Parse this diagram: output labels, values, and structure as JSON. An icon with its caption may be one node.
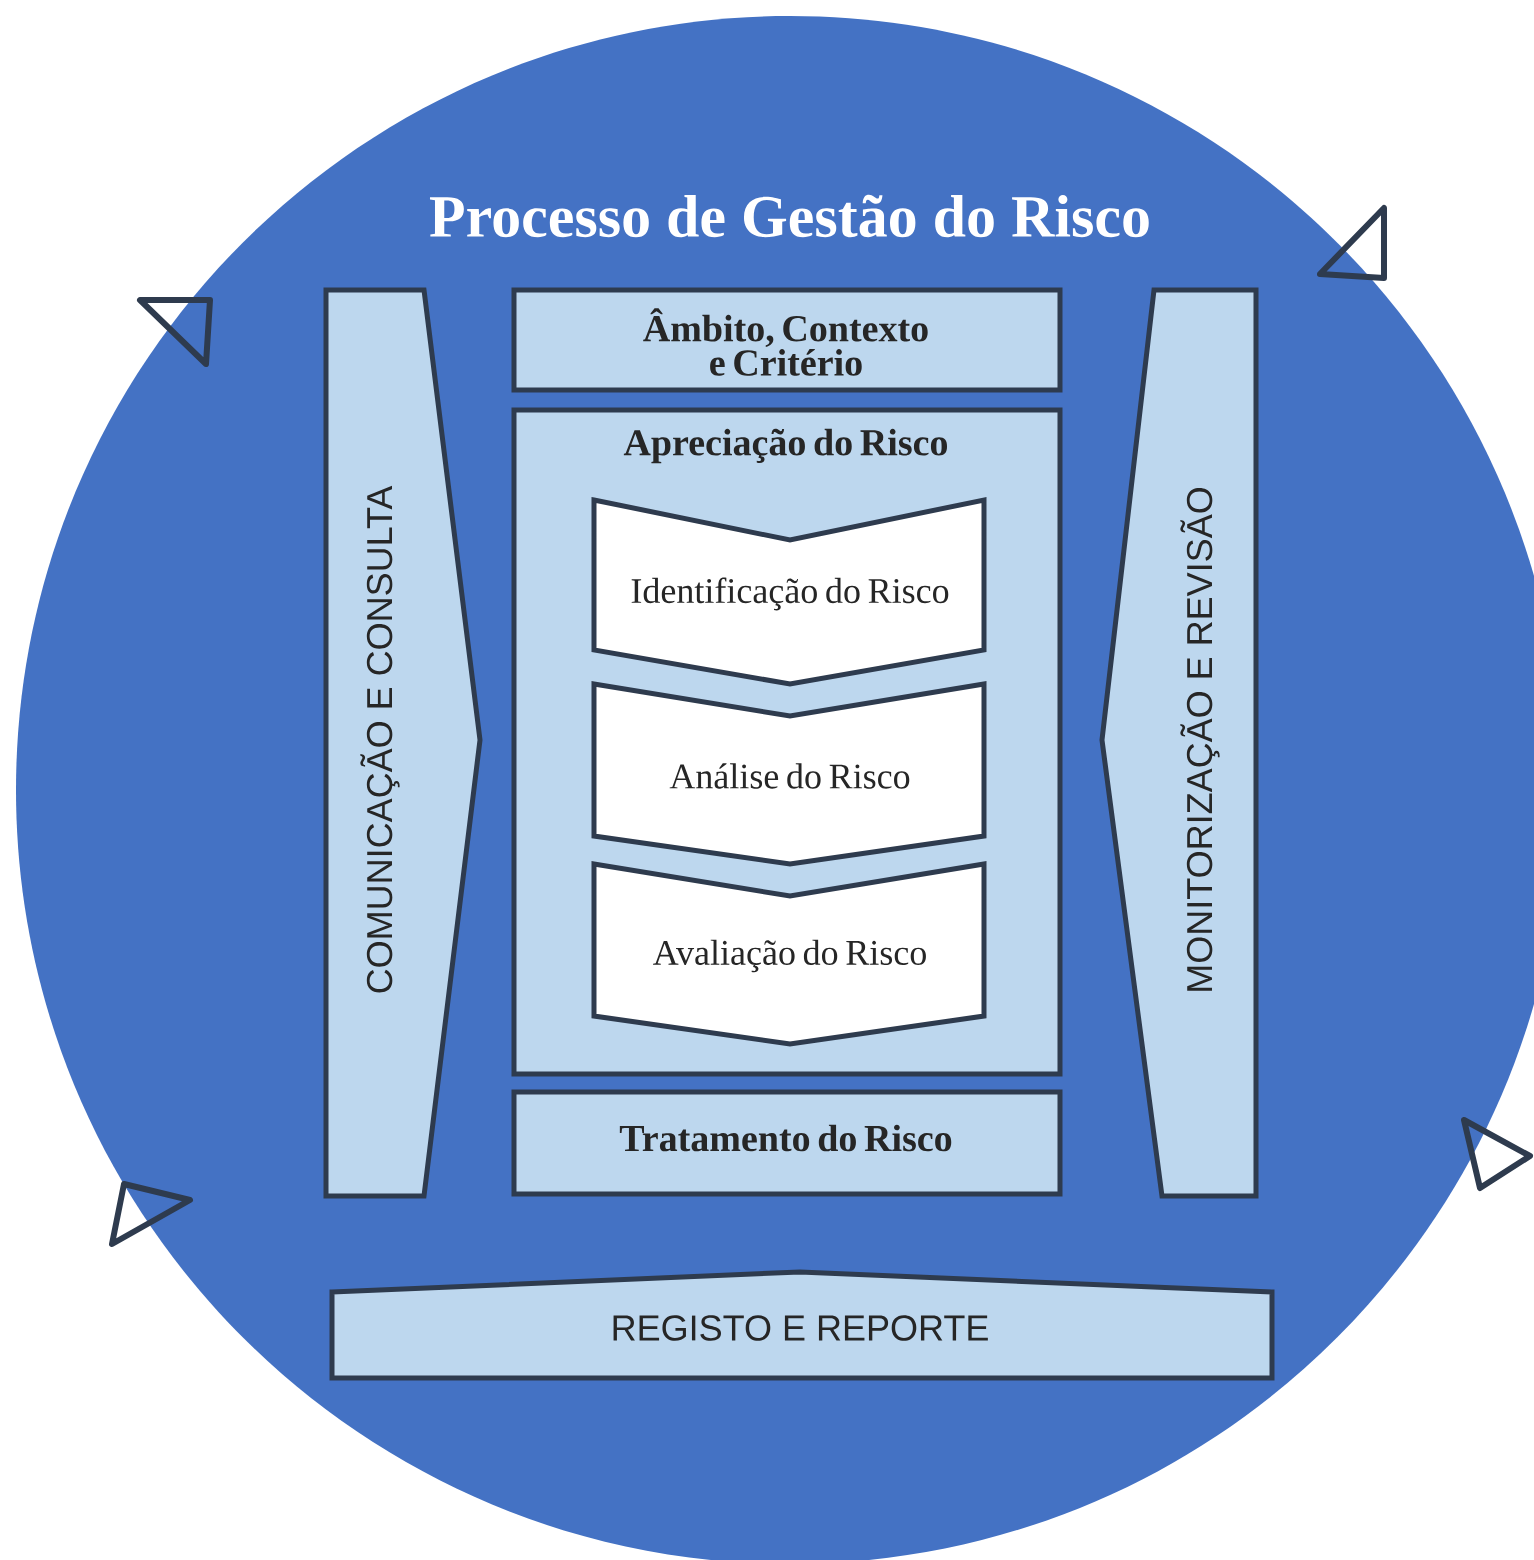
{
  "diagram": {
    "nodes": [
      {
        "text": [
          "Processo de Gestão do Risco"
        ]
      },
      {
        "text": [
          "COMUNICAÇÃO E CONSULTA"
        ],
        "in": 0
      },
      {
        "text": [
          "Âmbito, Contexto e Critério"
        ],
        "in": 0
      },
      {
        "text": [
          "Apreciação do Risco"
        ],
        "in": 0
      },
      {
        "text": [
          "Identificação do Risco"
        ],
        "in": 3
      },
      {
        "text": [
          "Análise do Risco"
        ],
        "in": 3
      },
      {
        "text": [
          "Avaliação do Risco"
        ],
        "in": 3
      },
      {
        "text": [
          "Tratamento do Risco"
        ],
        "in": 0
      },
      {
        "text": [
          "MONITORIZAÇÃO E REVISÃO"
        ],
        "in": 0
      },
      {
        "text": [
          "REGISTO E REPORTE"
        ],
        "in": 0
      }
    ]
  }
}
